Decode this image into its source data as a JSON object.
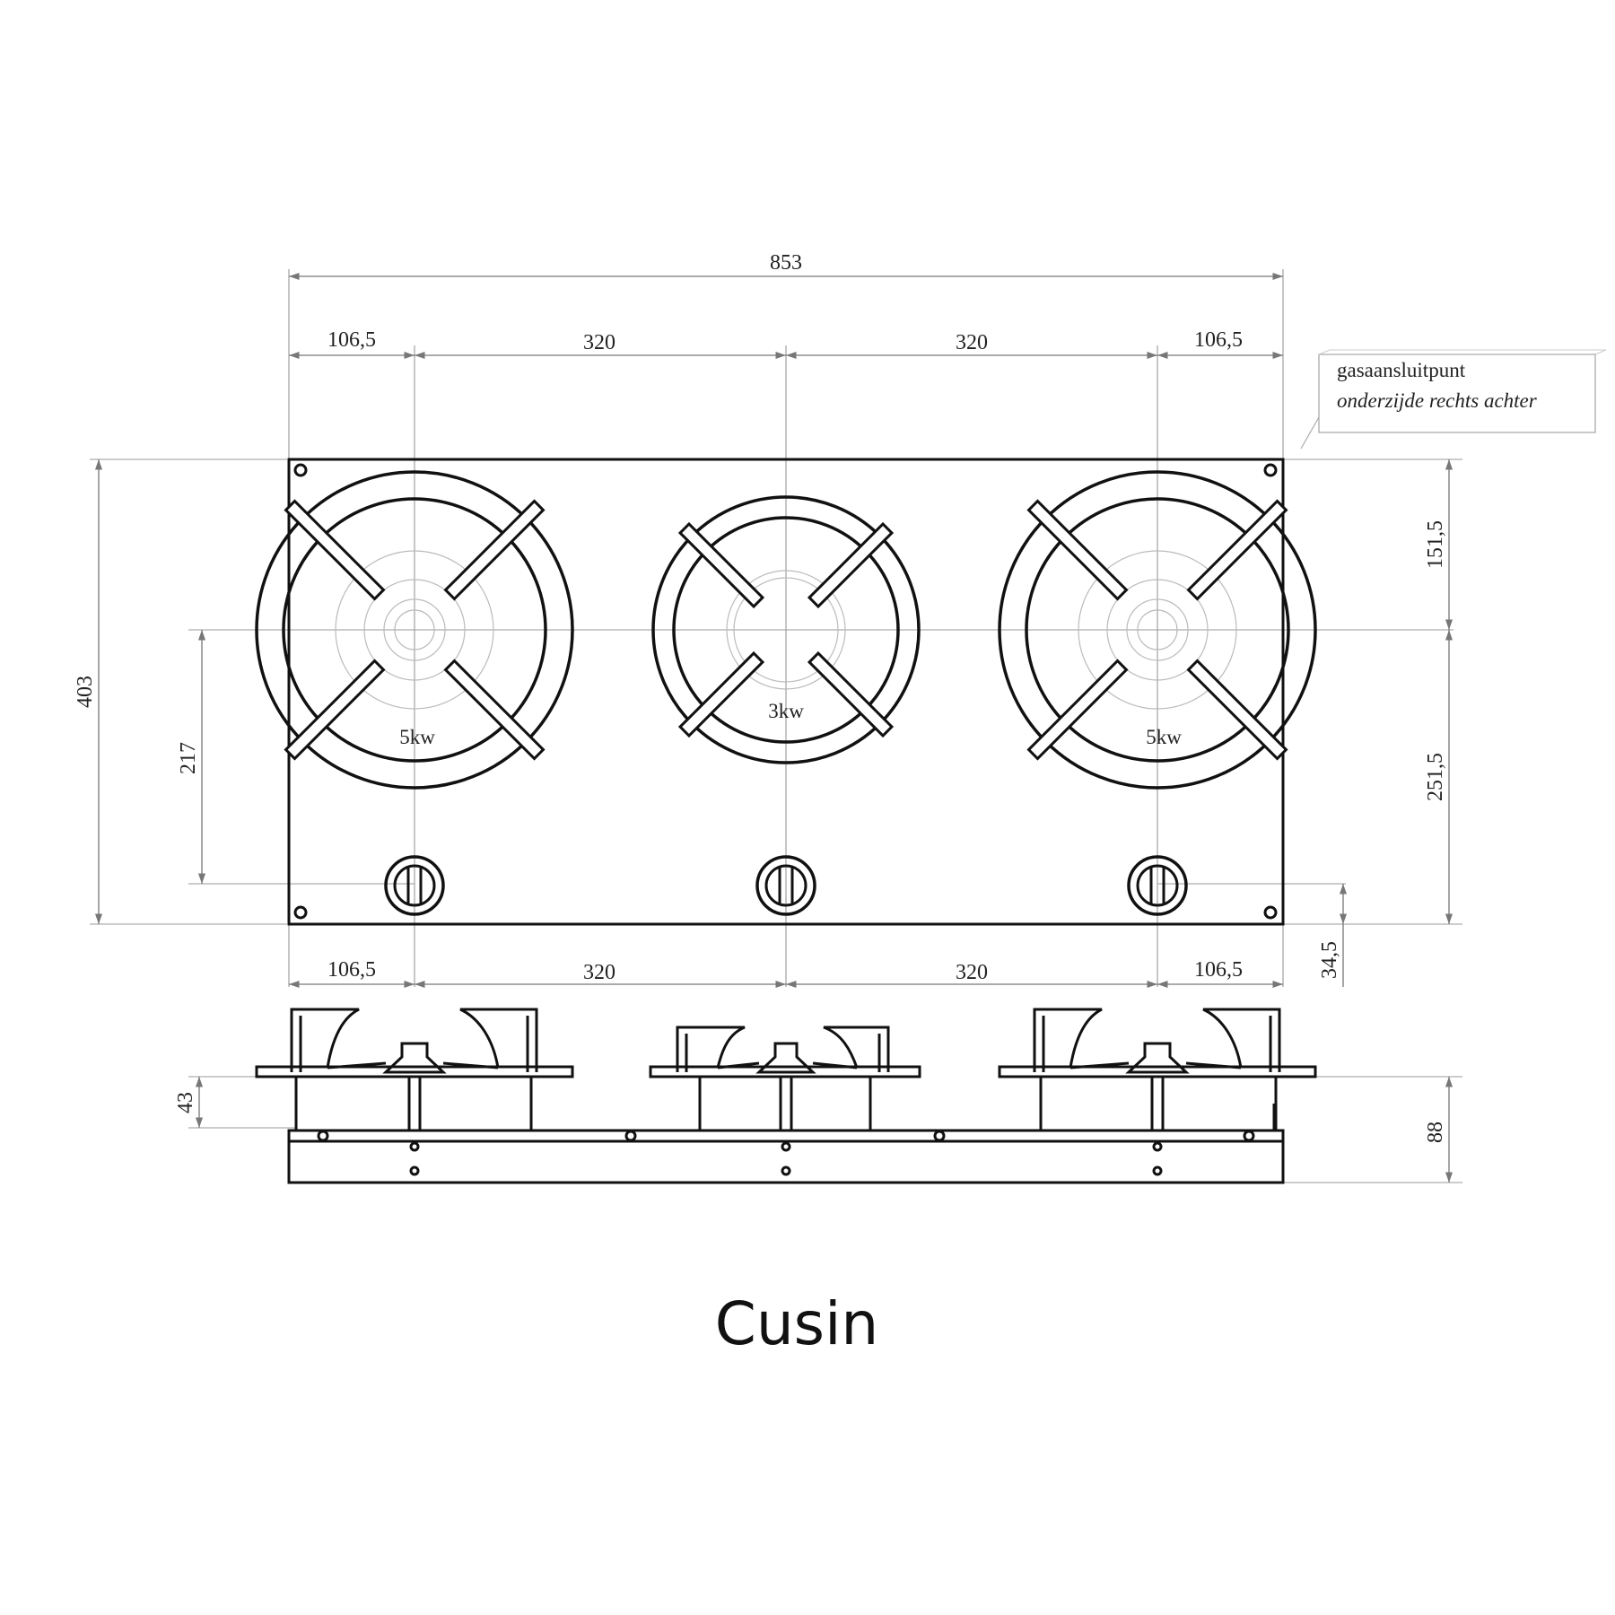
{
  "title": "Cusin",
  "note": {
    "line1": "gasaansluitpunt",
    "line2": "onderzijde rechts achter"
  },
  "dimensions": {
    "total_width": "853",
    "top_left_margin": "106,5",
    "top_pitch_left": "320",
    "top_pitch_right": "320",
    "top_right_margin": "106,5",
    "bottom_left_margin": "106,5",
    "bottom_pitch_left": "320",
    "bottom_pitch_right": "320",
    "bottom_right_margin": "106,5",
    "total_depth": "403",
    "burner_to_knob": "217",
    "rear_to_burner": "151,5",
    "burner_to_front": "251,5",
    "knob_to_front": "34,5",
    "grate_height": "43",
    "unit_height": "88"
  },
  "burners": [
    {
      "power": "5kw"
    },
    {
      "power": "3kw"
    },
    {
      "power": "5kw"
    }
  ],
  "colors": {
    "line": "#111111",
    "dimension": "#777777",
    "background": "#ffffff"
  }
}
